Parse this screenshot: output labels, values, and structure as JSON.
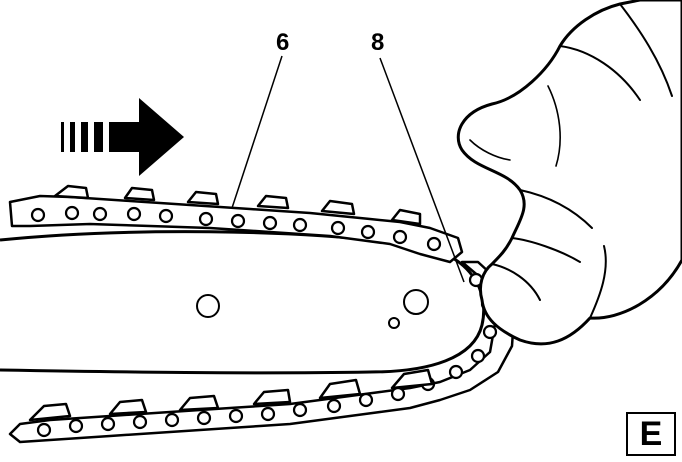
{
  "callouts": {
    "part_6": "6",
    "part_8": "8"
  },
  "figure_letter": "E",
  "icons": {
    "direction_arrow": "arrow-right-icon",
    "hand": "gloved-hand-icon"
  },
  "colors": {
    "line": "#000000",
    "fill": "#ffffff"
  }
}
